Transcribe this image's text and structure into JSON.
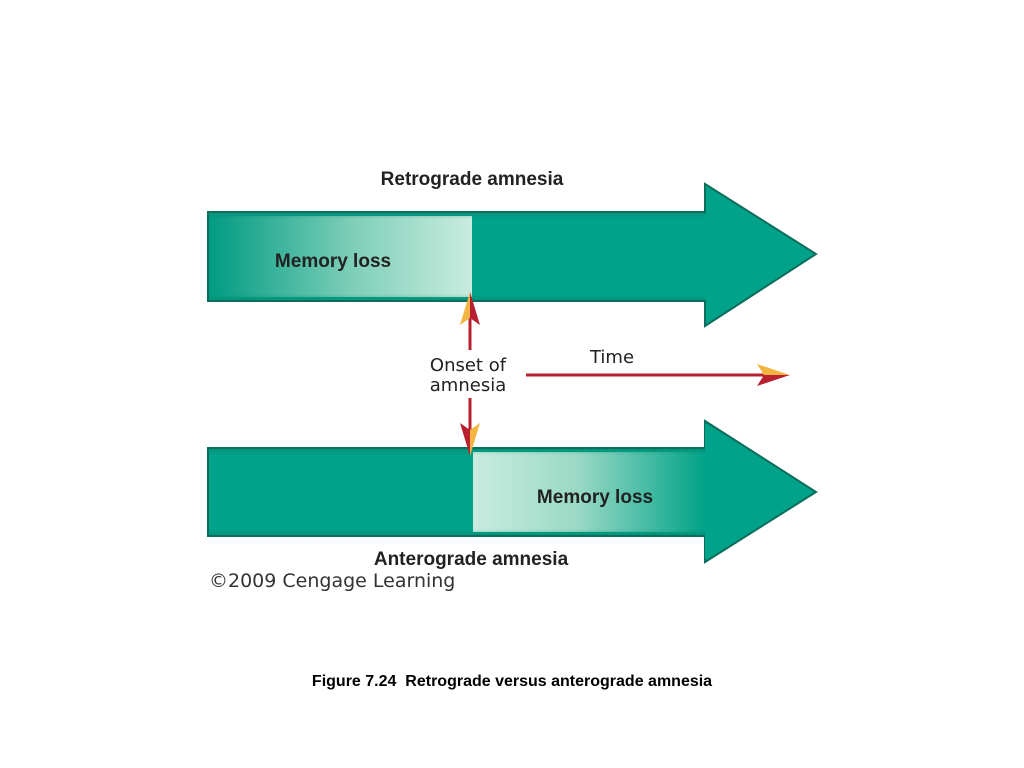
{
  "diagram": {
    "retrograde_title": "Retrograde amnesia",
    "retrograde_memory_loss": "Memory loss",
    "onset_line1": "Onset of",
    "onset_line2": "amnesia",
    "time_label": "Time",
    "anterograde_memory_loss": "Memory loss",
    "anterograde_title": "Anterograde amnesia",
    "credit": "©2009 Cengage Learning"
  },
  "caption": "Figure 7.24  Retrograde versus anterograde amnesia",
  "colors": {
    "arrow_teal": "#00a389",
    "arrow_dark_edge": "#0b6e5c",
    "memory_loss_light": "#c9ecdf",
    "onset_red": "#b8202f",
    "arrowhead_gold": "#f2b542"
  },
  "icons": [
    "retrograde-arrow",
    "anterograde-arrow",
    "onset-arrow-up",
    "onset-arrow-down",
    "time-arrow"
  ]
}
